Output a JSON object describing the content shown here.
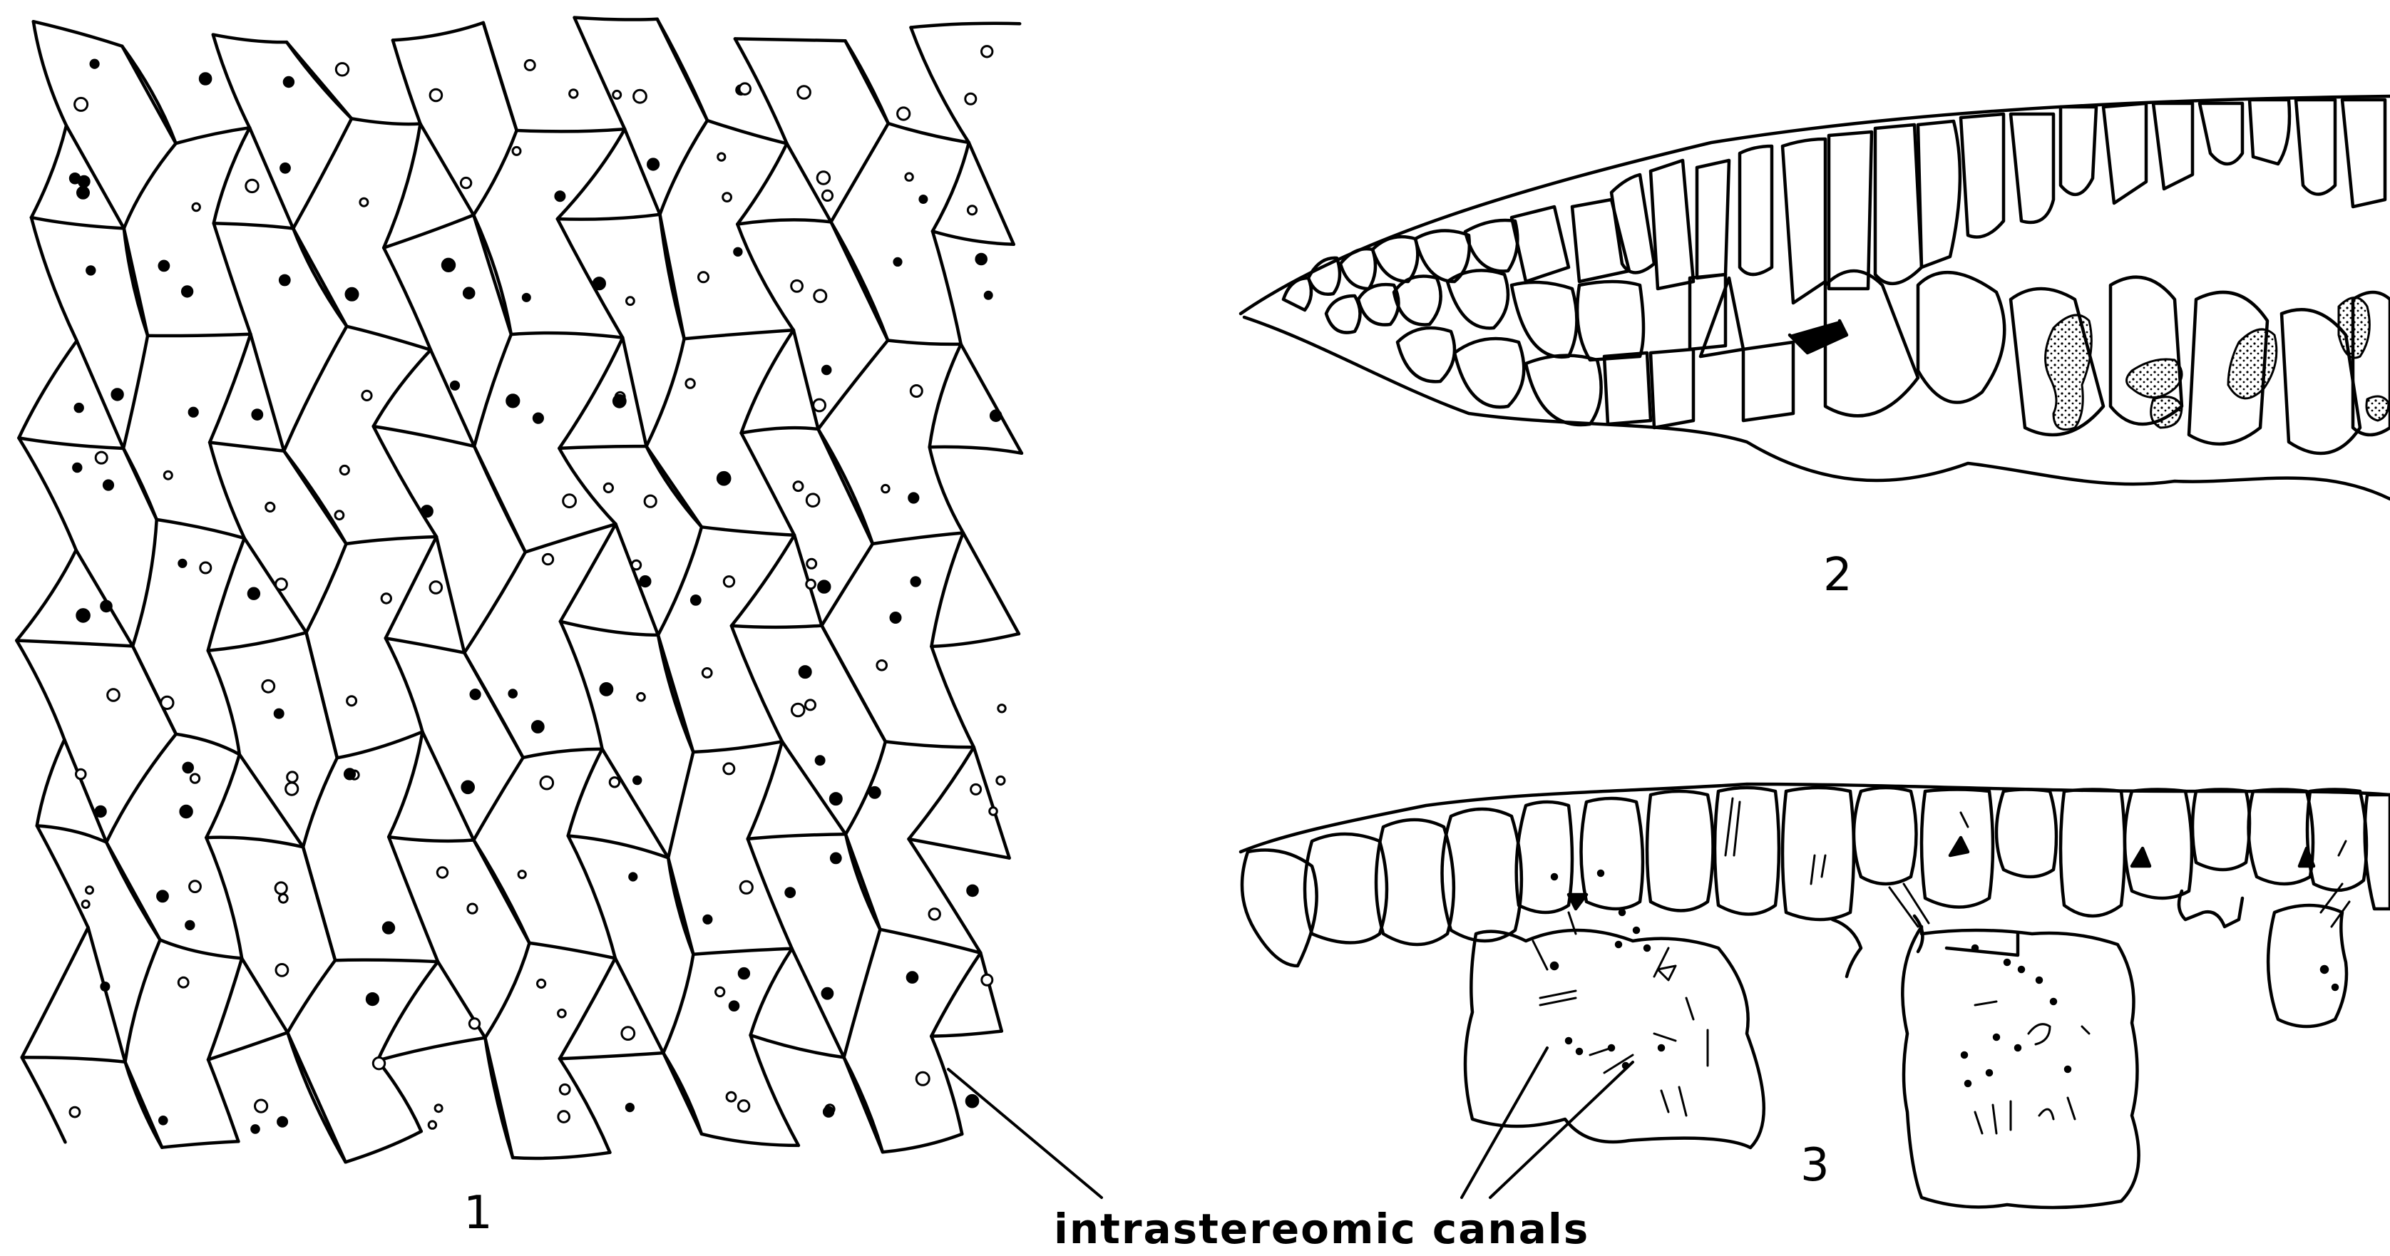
{
  "figure": {
    "labels": {
      "fig1": "1",
      "fig2": "2",
      "fig3": "3",
      "canals": "intrastereomic  canals"
    },
    "colors": {
      "ink": "#000000",
      "paper": "#ffffff"
    }
  }
}
